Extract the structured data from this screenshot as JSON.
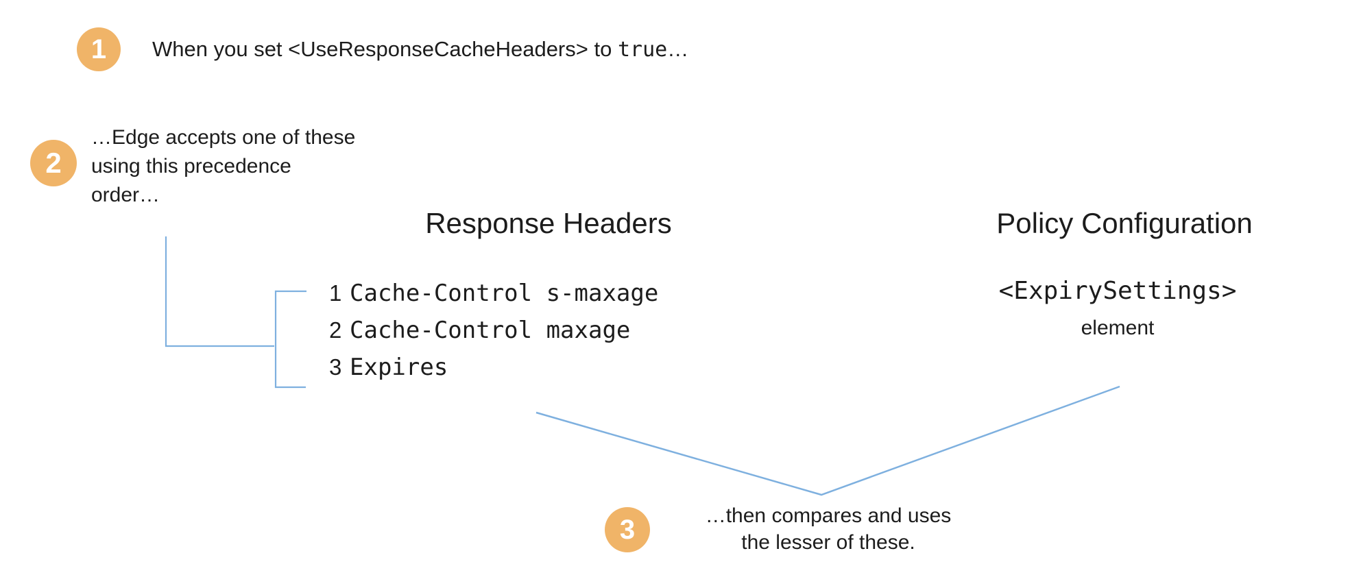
{
  "colors": {
    "badge": "#F0B468",
    "badge_number": "#FFFFFF",
    "connector": "#7EB0DF",
    "text": "#1C1C1C"
  },
  "steps": [
    {
      "number": "1",
      "text_before": "When you set <UseResponseCacheHeaders> to ",
      "code": "true",
      "text_after": "…"
    },
    {
      "number": "2",
      "lines": [
        "…Edge accepts one of these",
        "using this precedence",
        "order…"
      ]
    },
    {
      "number": "3",
      "lines": [
        "…then compares and uses",
        "the lesser of these."
      ]
    }
  ],
  "response_headers": {
    "title": "Response Headers",
    "items": [
      {
        "rank": "1",
        "value": "Cache-Control s-maxage"
      },
      {
        "rank": "2",
        "value": "Cache-Control maxage"
      },
      {
        "rank": "3",
        "value": "Expires"
      }
    ]
  },
  "policy_configuration": {
    "title": "Policy Configuration",
    "code": "<ExpirySettings>",
    "label": "element"
  }
}
